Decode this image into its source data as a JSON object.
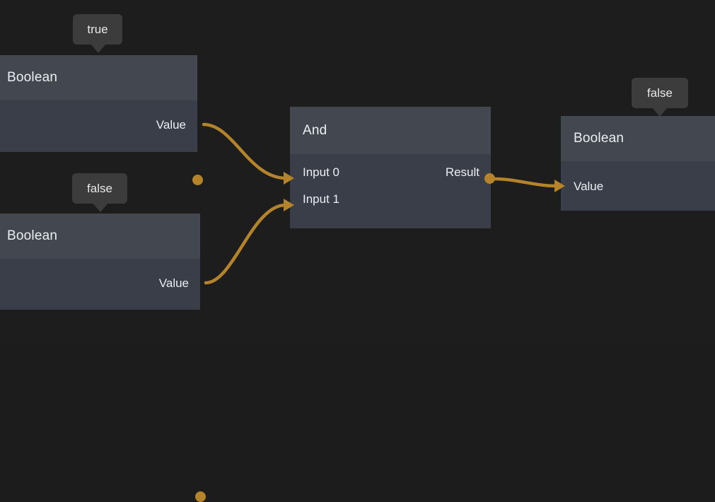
{
  "canvas": {
    "background_color": "#1d1d1d",
    "name": "node-graph-canvas"
  },
  "theme": {
    "node_header_color": "#434750",
    "node_body_color": "#3a3e48",
    "node_title_color": "#eceff2",
    "port_color": "#b5832a",
    "edge_color": "#b5832a",
    "tooltip_background": "#3c3c3c",
    "tooltip_text_color": "#e8e8e8"
  },
  "nodes": [
    {
      "id": "boolean-true",
      "title": "Boolean",
      "tooltip": "true",
      "outputs": [
        {
          "label": "Value"
        }
      ],
      "inputs": []
    },
    {
      "id": "boolean-false-left",
      "title": "Boolean",
      "tooltip": "false",
      "outputs": [
        {
          "label": "Value"
        }
      ],
      "inputs": []
    },
    {
      "id": "and-node",
      "title": "And",
      "tooltip": null,
      "inputs": [
        {
          "label": "Input 0"
        },
        {
          "label": "Input 1"
        }
      ],
      "outputs": [
        {
          "label": "Result"
        }
      ]
    },
    {
      "id": "boolean-false-right",
      "title": "Boolean",
      "tooltip": "false",
      "inputs": [
        {
          "label": "Value"
        }
      ],
      "outputs": []
    }
  ],
  "edges": [
    {
      "id": "edge-true-to-input0",
      "from": "boolean-true.Value",
      "to": "and-node.Input 0"
    },
    {
      "id": "edge-false-to-input1",
      "from": "boolean-false-left.Value",
      "to": "and-node.Input 1"
    },
    {
      "id": "edge-result-to-value",
      "from": "and-node.Result",
      "to": "boolean-false-right.Value"
    }
  ]
}
